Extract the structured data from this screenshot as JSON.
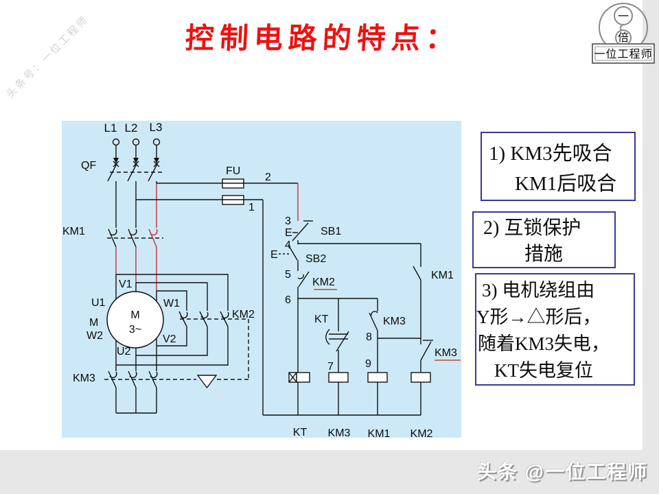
{
  "title": {
    "text": "控制电路的特点：",
    "color": "#ee1111"
  },
  "watermarks": {
    "top_left": "头条号：一位工程师",
    "bottom_right": "头条 @一位工程师"
  },
  "logo": {
    "top_char": "一",
    "bottom_char": "倍",
    "name": "一位工程师"
  },
  "notes": {
    "note1": {
      "l1": "1) KM3先吸合",
      "l2": "KM1后吸合"
    },
    "note2": {
      "l1": "2) 互锁保护",
      "l2": "措施"
    },
    "note3": {
      "l1": "3) 电机绕组由",
      "l2": "Y形→△形后，",
      "l3": "随着KM3失电，",
      "l4": "KT失电复位"
    }
  },
  "circuit": {
    "panel_color": "#cde9f7",
    "wire_red": "#c52a3a",
    "phase_labels": {
      "l1": "L1",
      "l2": "L2",
      "l3": "L3"
    },
    "labels": {
      "qf": "QF",
      "fu": "FU",
      "km1_main": "KM1",
      "km2_main": "KM2",
      "km3_main": "KM3",
      "u1": "U1",
      "v1": "V1",
      "w1": "W1",
      "u2": "U2",
      "v2": "V2",
      "w2": "W2",
      "m_side": "M",
      "motor_m": "M",
      "motor_3ph": "3~",
      "sb1": "SB1",
      "sb2": "SB2",
      "e_sb1": "E",
      "e_sb2": "E",
      "kt_contact": "KT",
      "km2_ctl": "KM2",
      "km3_no": "KM3",
      "km1_ctl": "KM1",
      "km3_nc": "KM3",
      "coil_kt": "KT",
      "coil_km3": "KM3",
      "coil_km1": "KM1",
      "coil_km2": "KM2"
    },
    "nodes": {
      "n1": "1",
      "n2": "2",
      "n3": "3",
      "n4": "4",
      "n5": "5",
      "n6": "6",
      "n7": "7",
      "n8": "8",
      "n9": "9"
    }
  }
}
